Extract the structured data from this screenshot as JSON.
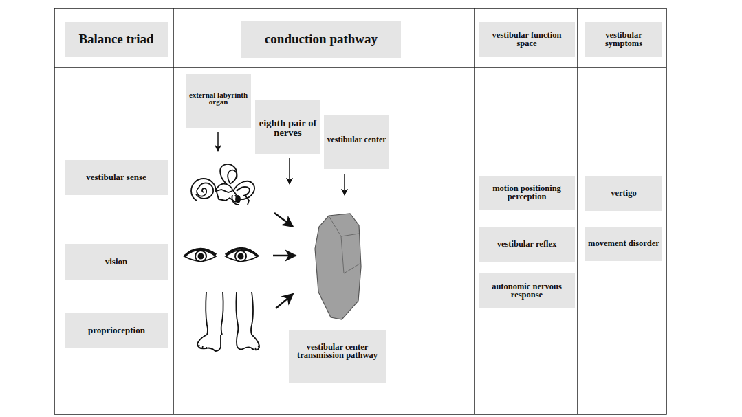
{
  "diagram": {
    "nodes": [
      {
        "text": [
          "Balance triad"
        ]
      },
      {
        "text": [
          "conduction pathway"
        ]
      },
      {
        "text": [
          "vestibular function space"
        ]
      },
      {
        "text": [
          "vestibular symptoms"
        ]
      },
      {
        "text": [
          "vestibular sense"
        ]
      },
      {
        "text": [
          "vision"
        ]
      },
      {
        "text": [
          "proprioception"
        ]
      },
      {
        "text": [
          "external labyrinth organ"
        ]
      },
      {
        "text": [
          "eighth pair of nerves"
        ]
      },
      {
        "text": [
          "vestibular center"
        ]
      },
      {
        "text": [
          "vestibular center transmission pathway"
        ]
      },
      {
        "text": [
          "motion positioning perception"
        ]
      },
      {
        "text": [
          "vestibular reflex"
        ]
      },
      {
        "text": [
          "autonomic nervous response"
        ]
      },
      {
        "text": [
          "vertigo"
        ]
      },
      {
        "text": [
          "movement disorder"
        ]
      }
    ]
  }
}
